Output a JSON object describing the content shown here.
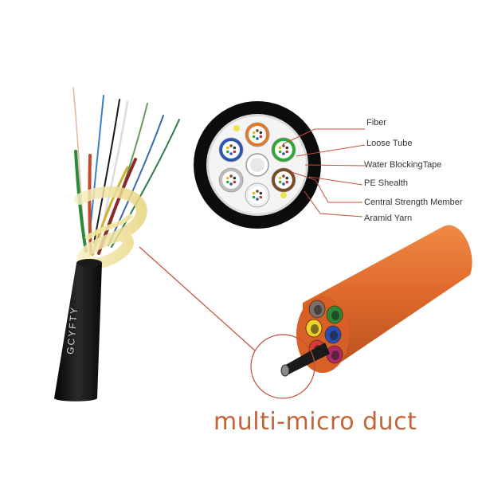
{
  "labels": {
    "fiber": "Fiber",
    "loose_tube": "Loose Tube",
    "water_blocking_tape": "Water BlockingTape",
    "pe_sheath": "PE Shealth",
    "central_strength_member": "Central Strength Member",
    "aramid_yarn": "Aramid Yarn"
  },
  "cable_print": "GCYFTY",
  "caption": "multi-micro duct",
  "colors": {
    "caption": "#c0653a",
    "leader_lines": "#c64f3a",
    "duct_orange": "#e06a2c",
    "jacket_black": "#111111",
    "tape_yellow": "#f3e6a0"
  },
  "tube_colors": [
    "#2a55b5",
    "#e07a2a",
    "#2fa83a",
    "#7a4a22",
    "#bdbdbd",
    "#f0f0f0"
  ],
  "duct_inner_colors": [
    "#7a6f66",
    "#2b8a3a",
    "#f0d12a",
    "#2850b0",
    "#d83a3a",
    "#b02a6a"
  ]
}
